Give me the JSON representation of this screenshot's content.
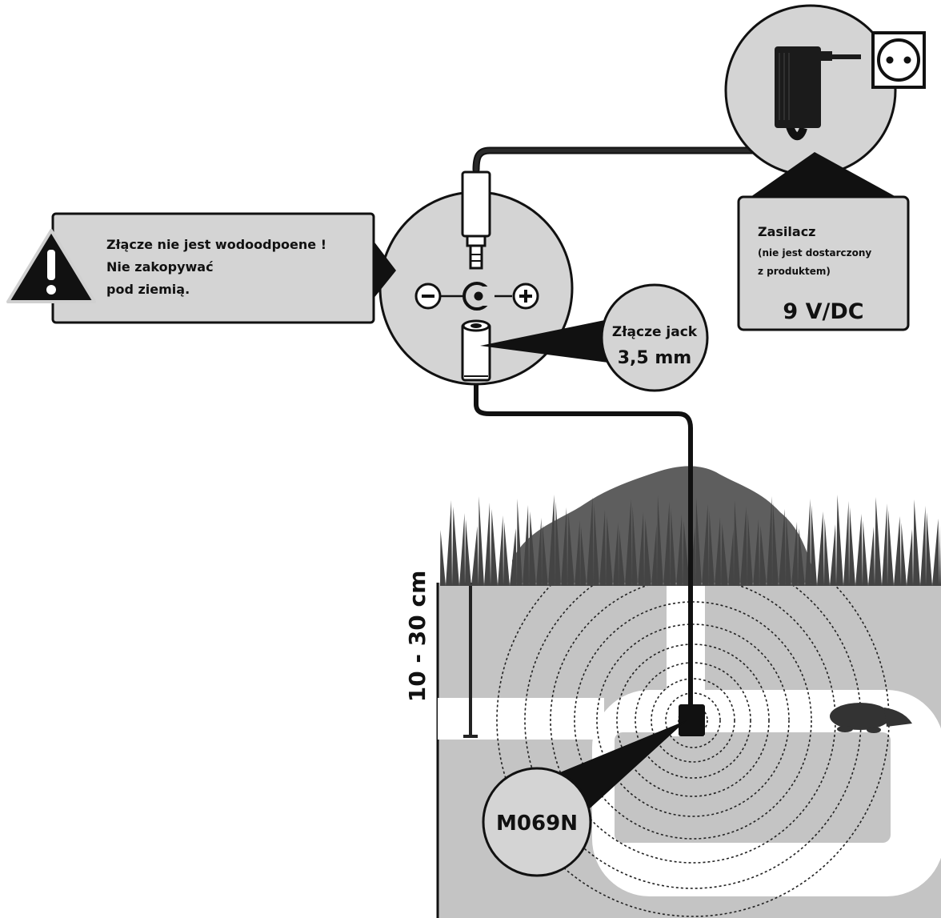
{
  "warning": {
    "line1": "Złącze nie jest wodoodpoene !",
    "line2": "Nie zakopywać",
    "line3": "pod ziemią."
  },
  "adapter": {
    "title": "Zasilacz",
    "note_line1": "(nie jest dostarczony",
    "note_line2": "z produktem)",
    "voltage": "9 V/DC"
  },
  "jack": {
    "line1": "Złącze jack",
    "line2": "3,5 mm"
  },
  "polarity": {
    "minus": "−",
    "plus": "+"
  },
  "depth_label": "10 - 30 cm",
  "device_label": "M069N",
  "colors": {
    "panel": "#d4d4d4",
    "soil": "#c4c4c4",
    "grass": "#444444",
    "mound": "#5e5e5e",
    "stroke": "#111111"
  }
}
